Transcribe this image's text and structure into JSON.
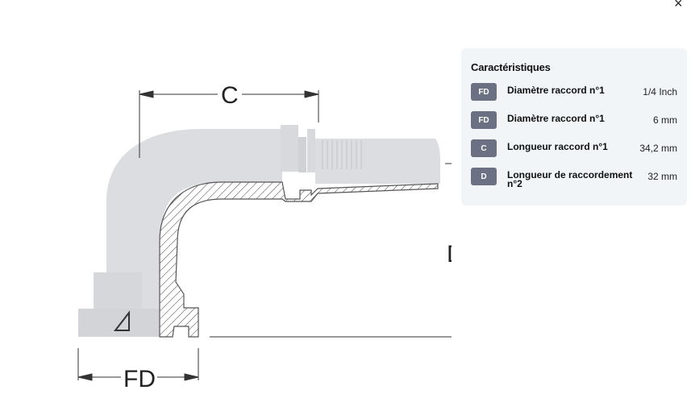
{
  "close_label": "×",
  "diagram": {
    "label_c": "C",
    "label_d": "D",
    "label_fd": "FD"
  },
  "panel": {
    "title": "Caractéristiques",
    "rows": [
      {
        "badge": "FD",
        "label": "Diamètre raccord n°1",
        "value": "1/4 Inch"
      },
      {
        "badge": "FD",
        "label": "Diamètre raccord n°1",
        "value": "6 mm"
      },
      {
        "badge": "C",
        "label": "Longueur raccord n°1",
        "value": "34,2 mm"
      },
      {
        "badge": "D",
        "label": "Longueur de raccordement n°2",
        "value": "32 mm"
      }
    ]
  }
}
